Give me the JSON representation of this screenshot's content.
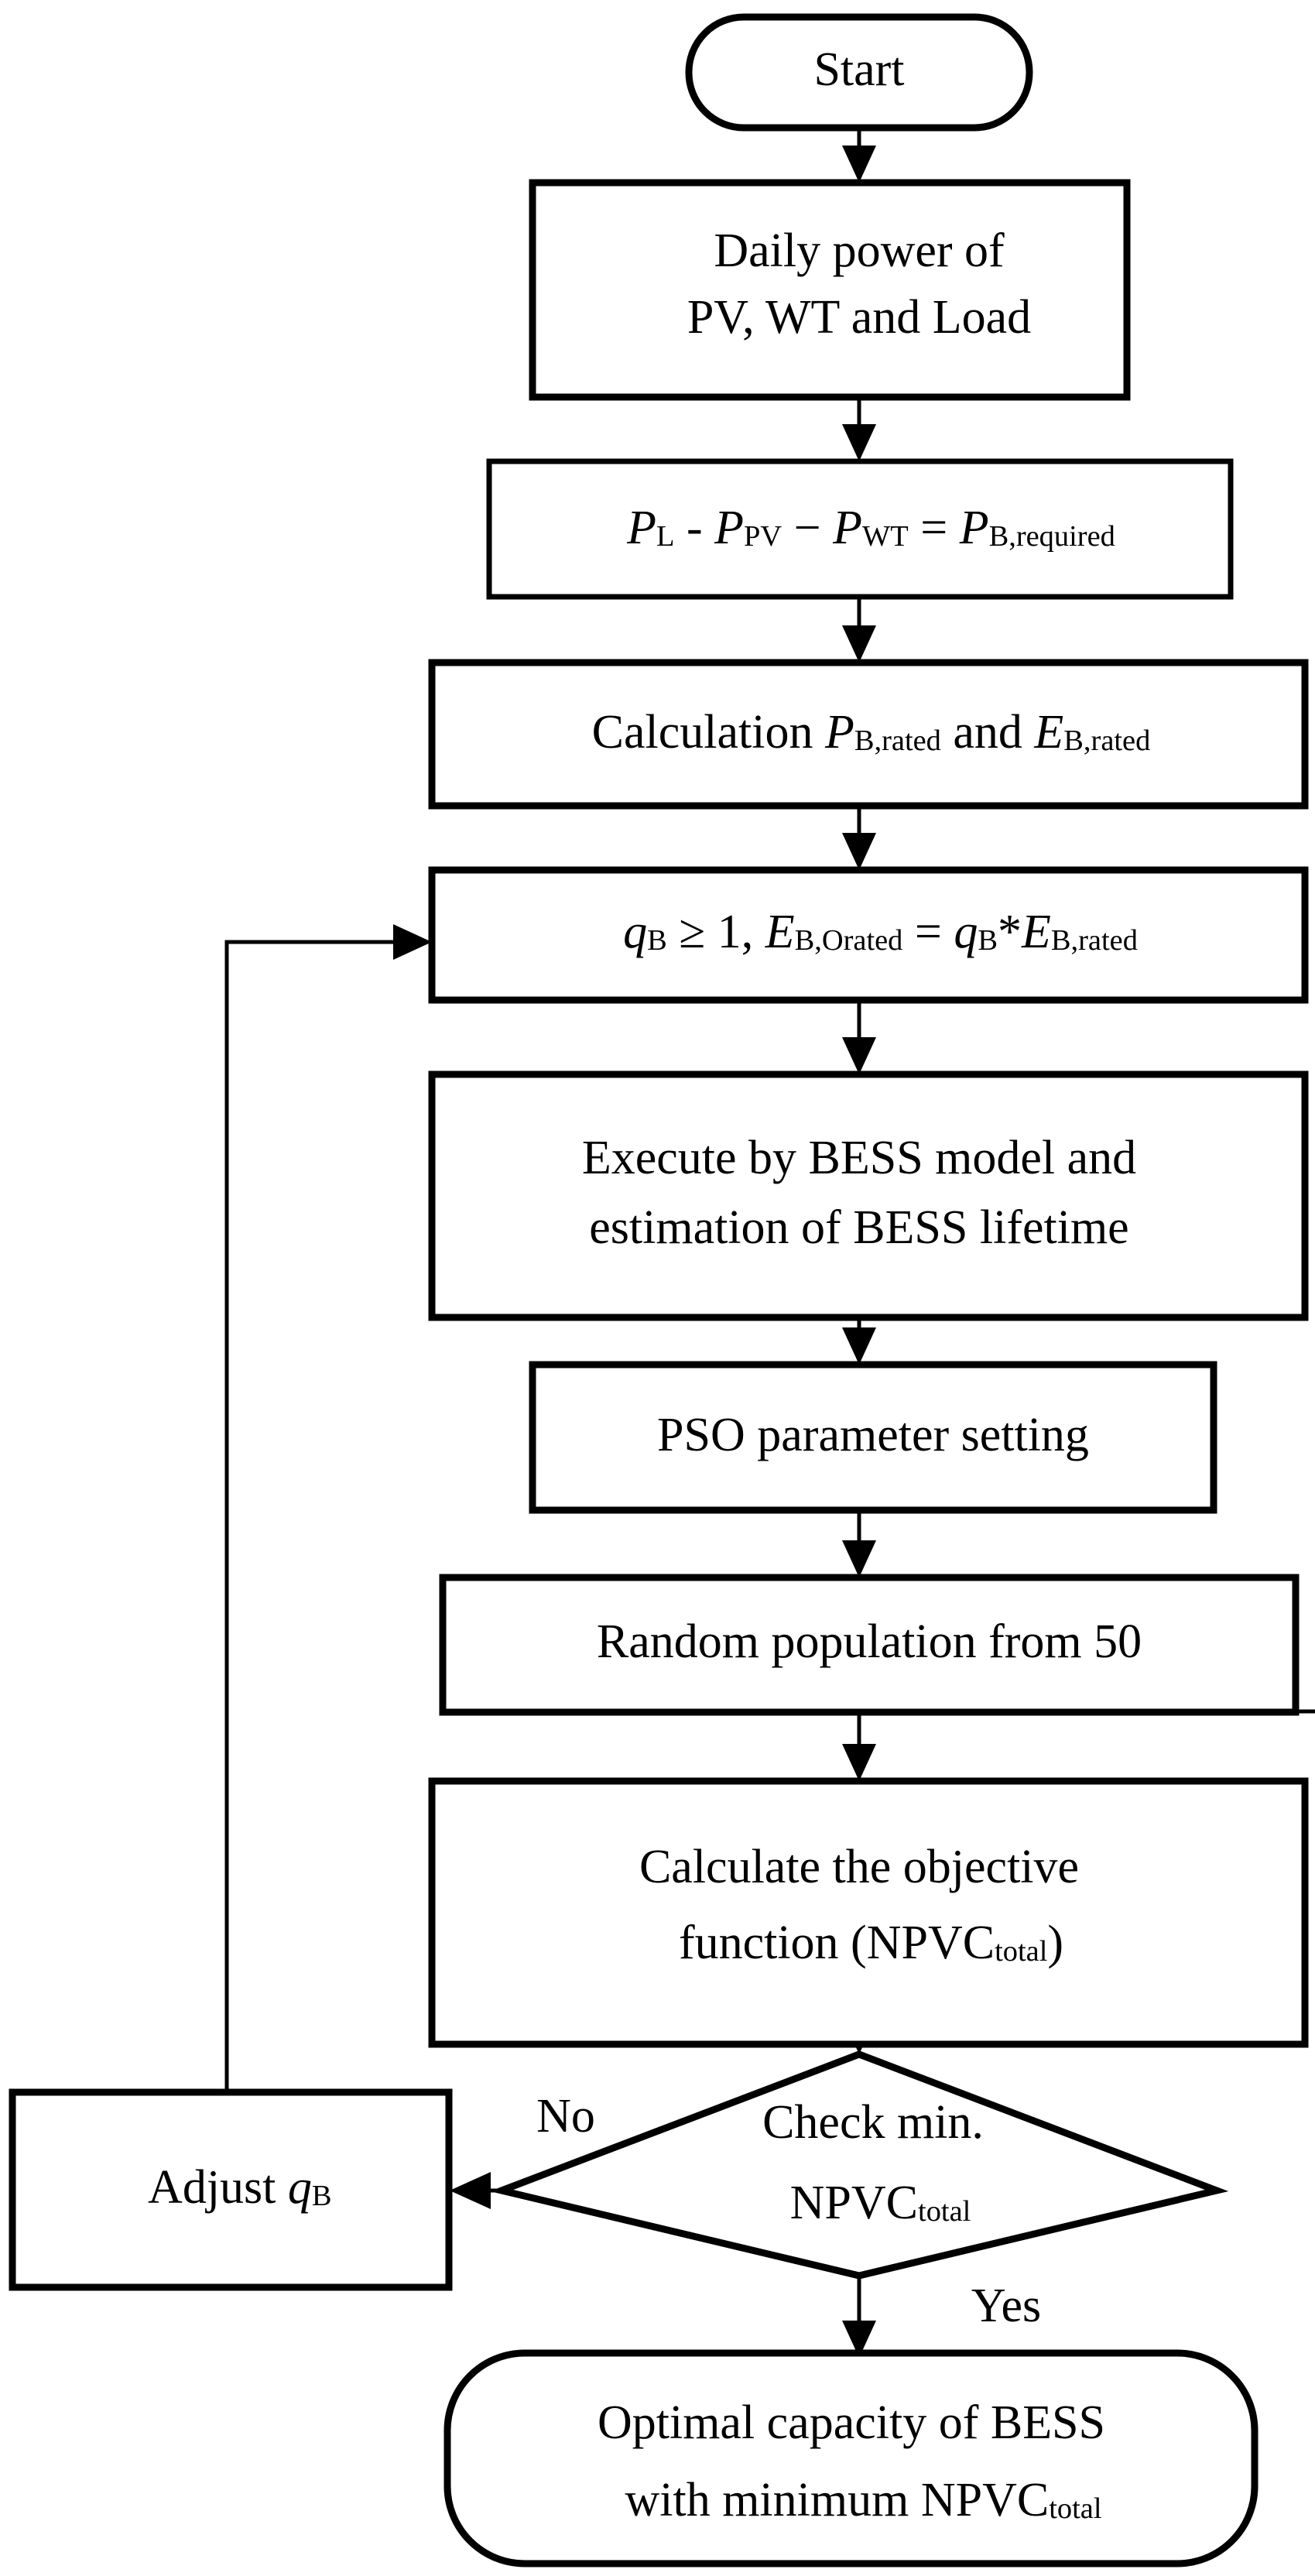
{
  "diagram": {
    "title": "BESS optimal capacity sizing flowchart",
    "background_color": "#ffffff",
    "line_color": "#000000",
    "nodes": {
      "start": {
        "id": "start",
        "shape": "stadium",
        "label": "Start"
      },
      "daily_power": {
        "id": "daily-power",
        "shape": "rectangle",
        "line1": "Daily power of",
        "line2": "PV, WT and Load"
      },
      "power_balance": {
        "id": "power-balance",
        "shape": "rectangle",
        "equation_plain": "Pₗ - Pₚᵥ − Pᴡₜ = Pʙ,ᵣₑqᵤᵢᵣₑd",
        "parts": {
          "p1_var": "P",
          "p1_sub": "L",
          "op1": "-",
          "p2_var": "P",
          "p2_sub": "PV",
          "op2": "−",
          "p3_var": "P",
          "p3_sub": "WT",
          "op3": "=",
          "p4_var": "P",
          "p4_sub": "B,required"
        }
      },
      "calculation_rated": {
        "id": "calculation-rated",
        "shape": "rectangle",
        "parts": {
          "word1": "Calculation ",
          "p_var": "P",
          "p_sub": "B,rated",
          "word2": " and ",
          "e_var": "E",
          "e_sub": "B,rated"
        }
      },
      "q_b_condition": {
        "id": "q-b-condition",
        "shape": "rectangle",
        "parts": {
          "q_var": "q",
          "q_sub": "B",
          "ge": " ≥ 1, ",
          "e1_var": "E",
          "e1_sub": "B,Orated",
          "eq": " = ",
          "q2_var": "q",
          "q2_sub": "B",
          "star": "*",
          "e2_var": "E",
          "e2_sub": "B,rated"
        }
      },
      "execute_bess": {
        "id": "execute-bess",
        "shape": "rectangle",
        "line1": "Execute by BESS model and",
        "line2": "estimation of BESS lifetime"
      },
      "pso_setting": {
        "id": "pso-setting",
        "shape": "rectangle",
        "label": "PSO parameter setting"
      },
      "random_population": {
        "id": "random-population",
        "shape": "rectangle",
        "label": "Random population from 50"
      },
      "objective_function": {
        "id": "objective-function",
        "shape": "rectangle",
        "line1": "Calculate the objective",
        "line2_pre": "function (NPVC",
        "line2_sub": "total",
        "line2_post": ")"
      },
      "check_decision": {
        "id": "check-decision",
        "shape": "diamond",
        "line1": "Check min.",
        "line2_pre": "NPVC",
        "line2_sub": "total"
      },
      "adjust_q": {
        "id": "adjust-q",
        "shape": "rectangle",
        "parts": {
          "word": "Adjust ",
          "q_var": "q",
          "q_sub": "B"
        }
      },
      "final_result": {
        "id": "final-result",
        "shape": "stadium",
        "line1": "Optimal capacity of BESS",
        "line2_pre": "with minimum NPVC",
        "line2_sub": "total"
      }
    },
    "edge_labels": {
      "no": "No",
      "yes": "Yes"
    }
  }
}
